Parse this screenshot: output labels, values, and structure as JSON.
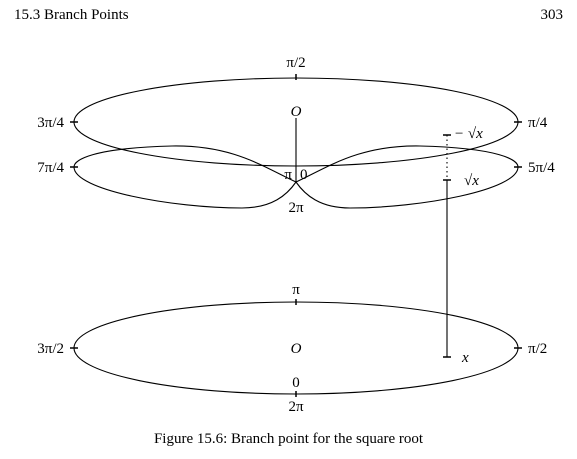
{
  "header": {
    "section": "15.3   Branch Points",
    "page_number": "303"
  },
  "figure": {
    "upper_sheet": {
      "top_label": "π/2",
      "origin_label": "O",
      "left_label_upper": "3π/4",
      "left_label_lower": "7π/4",
      "right_label_upper": "π/4",
      "right_label_lower": "5π/4",
      "branch_label_left": "π",
      "branch_label_right": "0",
      "bottom_label": "2π",
      "point_neg_sqrt": "− √x",
      "point_sqrt": "√x"
    },
    "lower_plane": {
      "top_label": "π",
      "origin_label": "O",
      "left_label": "3π/2",
      "right_label": "π/2",
      "point_x": "x",
      "bottom_label_zero": "0",
      "bottom_label_two_pi": "2π"
    }
  },
  "caption": "Figure 15.6: Branch point for the square root"
}
